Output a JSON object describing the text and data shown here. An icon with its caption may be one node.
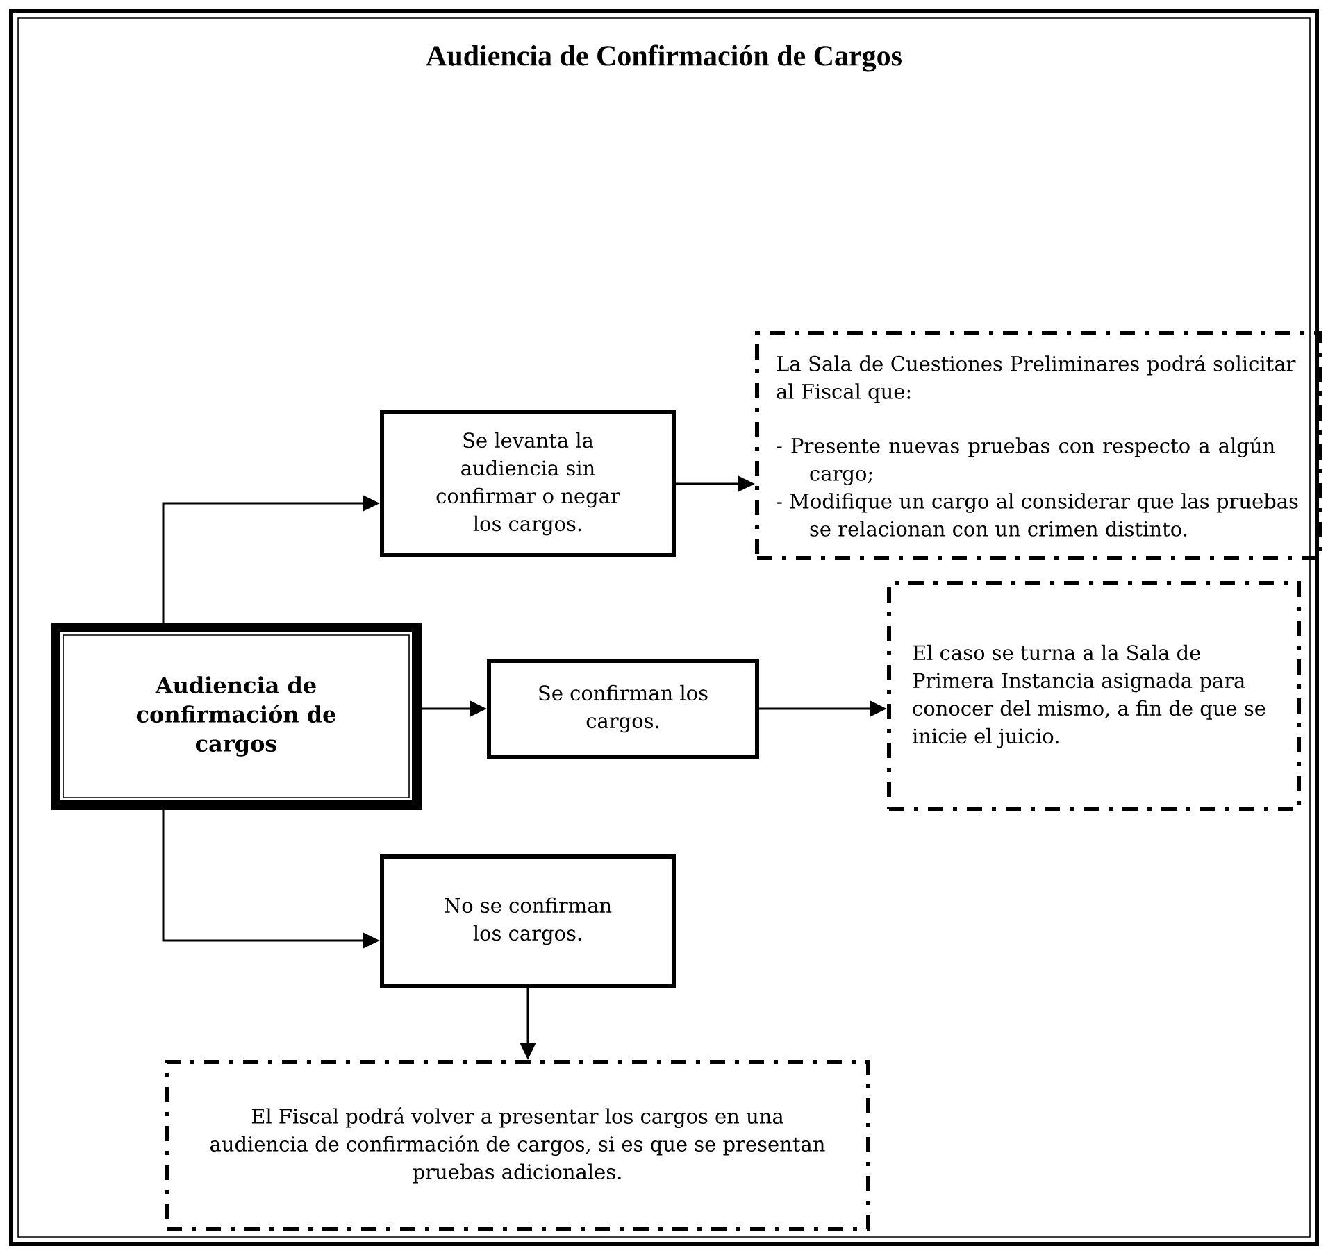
{
  "diagram": {
    "title": "Audiencia de Confirmación de Cargos",
    "nodes": [
      {
        "text": [
          "Audiencia de confirmación de cargos"
        ]
      },
      {
        "text": [
          "Se levanta la audiencia sin confirmar o negar los cargos."
        ]
      },
      {
        "text": [
          "La Sala de Cuestiones Preliminares podrá solicitar al Fiscal que:",
          "- Presente nuevas pruebas con respecto a algún cargo;",
          "- Modifique un cargo al considerar que las pruebas se relacionan con un crimen distinto."
        ]
      },
      {
        "text": [
          "Se confirman los cargos."
        ]
      },
      {
        "text": [
          "El caso se turna a la Sala de Primera Instancia asignada para conocer del mismo, a fin de que se inicie el juicio."
        ]
      },
      {
        "text": [
          "No se confirman los cargos."
        ]
      },
      {
        "text": [
          "El Fiscal podrá volver a presentar los cargos en una audiencia de confirmación de cargos, si es que se presentan pruebas adicionales."
        ]
      }
    ],
    "edges": [
      {
        "from": 0,
        "to": 1,
        "arrow": "to"
      },
      {
        "from": 1,
        "to": 2,
        "arrow": "to"
      },
      {
        "from": 0,
        "to": 3,
        "arrow": "to"
      },
      {
        "from": 3,
        "to": 4,
        "arrow": "to"
      },
      {
        "from": 0,
        "to": 5,
        "arrow": "to"
      },
      {
        "from": 5,
        "to": 6,
        "arrow": "to"
      }
    ]
  }
}
